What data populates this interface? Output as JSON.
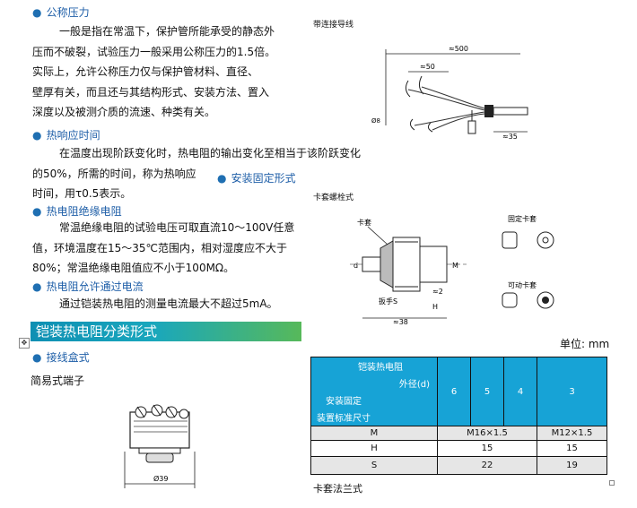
{
  "left": {
    "s1_title": "公称压力",
    "s1_lines": [
      "一般是指在常温下，保护管所能承受的静态外",
      "压而不破裂，试验压力一般采用公称压力的1.5倍。",
      "实际上，允许公称压力仅与保护管材料、直径、",
      "壁厚有关，而且还与其结构形式、安装方法、置入",
      "深度以及被测介质的流速、种类有关。"
    ],
    "s2_title": "热响应时间",
    "s2_lines": [
      "在温度出现阶跃变化时，热电阻的输出变化至相当于该阶跃变化",
      "的50%，所需的时间，称为热响应",
      "时间，用τ0.5表示。"
    ],
    "s3_title": "热电阻绝缘电阻",
    "s3_lines": [
      "常温绝缘电阻的试验电压可取直流10～100V任意",
      "值，环境温度在15～35℃范围内，相对湿度应不大于",
      "80%；常温绝缘电阻值应不小于100MΩ。"
    ],
    "s4_title": "热电阻允许通过电流",
    "s4_lines": [
      "通过铠装热电阻的测量电流最大不超过5mA。"
    ],
    "banner": "铠装热电阻分类形式",
    "s5_title": "接线盒式",
    "caption": "简易式端子",
    "dim_label": "Ø39"
  },
  "right": {
    "wire_title": "带连接导线",
    "wire_dims": [
      "≈500",
      "≈50",
      "≈35",
      "Ø8"
    ],
    "mount_title": "安装固定形式",
    "ferrule_title": "卡套螺栓式",
    "ferrule_labels": {
      "kataot": "卡套",
      "fixed": "固定卡套",
      "movable": "可动卡套",
      "wrench": "扳手S",
      "h": "H",
      "d": "d",
      "m": "M",
      "two": "≈2",
      "thirty_eight": "≈38"
    },
    "unit": "单位: mm",
    "table": {
      "head_rows": [
        "铠装热电阻",
        "外径(d)",
        "安装固定",
        "装置标准尺寸"
      ],
      "diameters": [
        "6",
        "5",
        "4",
        "3"
      ],
      "rows": [
        {
          "label": "M",
          "a": "M16×1.5",
          "b": "M12×1.5"
        },
        {
          "label": "H",
          "a": "15",
          "b": "15"
        },
        {
          "label": "S",
          "a": "22",
          "b": "19"
        }
      ]
    },
    "flange_title": "卡套法兰式"
  }
}
